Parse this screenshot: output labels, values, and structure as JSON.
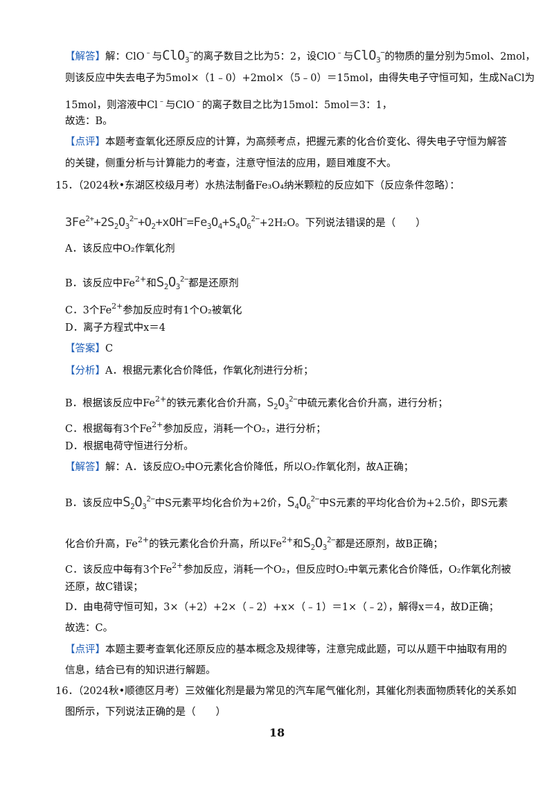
{
  "page_number": "18",
  "q14_tail": {
    "solution_tag": "【解答】",
    "solution_line1_a": "解：ClO",
    "sup_minus": "﹣",
    "solution_line1_b": "与",
    "clo3": "ClO",
    "clo3_sub": "3",
    "clo3_sup": "−",
    "solution_line1_c": "的离子数目之比为5：2，设ClO",
    "solution_line1_d": "与",
    "solution_line1_e": "的物质的量分别为5mol、2mol，",
    "solution_line2": "则该反应中失去电子为5mol×（1﹣0）+2mol×（5﹣0）＝15mol，由得失电子守恒可知，生成NaCl为",
    "solution_line3_a": "15mol，则溶液中Cl",
    "solution_line3_b": "与ClO",
    "solution_line3_c": "的离子数目之比为15mol：5mol＝3：1，",
    "choose": "故选：B。",
    "review_tag": "【点评】",
    "review_line1": "本题考查氧化还原反应的计算，为高频考点，把握元素的化合价变化、得失电子守恒为解答",
    "review_line2": "的关键，侧重分析与计算能力的考查，注意守恒法的应用，题目难度不大。"
  },
  "q15": {
    "number": "15．",
    "stem_line1": "（2024秋•东湖区校级月考）水热法制备Fe₃O₄纳米颗粒的反应如下（反应条件忽略）：",
    "equation": {
      "p1": "3Fe",
      "p1_sup": "2+",
      "p2": "+2S",
      "p2_sub": "2",
      "p2_o": "O",
      "p2_sub2": "3",
      "p2_sup": "2−",
      "p3": "+O",
      "p3_sub": "2",
      "p4": "+xOH",
      "p4_sup": "−",
      "p5": "=Fe",
      "p5_sub": "3",
      "p5_o": "O",
      "p5_sub2": "4",
      "p6": "+S",
      "p6_sub": "4",
      "p6_o": "O",
      "p6_sub2": "6",
      "p6_sup": "2−",
      "tail": "+2H₂O。下列说法错误的是（　　）"
    },
    "options": {
      "A": "A．该反应中O₂作氧化剂",
      "B_a": "B．该反应中Fe",
      "B_sup": "2+",
      "B_b": "和",
      "B_c": "都是还原剂",
      "C_a": "C．3个Fe",
      "C_b": "参加反应时有1个O₂被氧化",
      "D": "D．离子方程式中x＝4"
    },
    "answer_tag": "【答案】",
    "answer": "C",
    "analysis_tag": "【分析】",
    "analysis_A": "A．根据元素化合价降低，作氧化剂进行分析；",
    "analysis_B_a": "B．根据该反应中Fe",
    "analysis_B_b": "的铁元素化合价升高，",
    "analysis_B_c": "中硫元素化合价升高，进行分析；",
    "analysis_C_a": "C．根据每有3个Fe",
    "analysis_C_b": "参加反应，消耗一个O₂，进行分析；",
    "analysis_D": "D．根据电荷守恒进行分析。",
    "solution_tag": "【解答】",
    "solution_A": "解：A．该反应O₂中O元素化合价降低，所以O₂作氧化剂，故A正确；",
    "solution_B_a": "B．该反应中",
    "solution_B_b": "中S元素平均化合价为+2价，",
    "solution_B_c": "中S元素的平均化合价为+2.5价，即S元素",
    "solution_B2_a": "化合价升高，Fe",
    "solution_B2_b": "的铁元素化合价升高，所以Fe",
    "solution_B2_c": "和",
    "solution_B2_d": "都是还原剂，故B正确；",
    "solution_C1_a": "C．该反应中每有3个Fe",
    "solution_C1_b": "参加反应，消耗一个O₂，但反应时O₂中氧元素化合价降低，O₂作氧化剂被",
    "solution_C2": "还原，故C错误；",
    "solution_D": "D．由电荷守恒可知，3×（+2）+2×（﹣2）+x×（﹣1）＝1×（﹣2），解得x＝4，故D正确；",
    "choose": "故选：C。",
    "review_tag": "【点评】",
    "review_line1": "本题主要考查氧化还原反应的基本概念及规律等，注意完成此题，可以从题干中抽取有用的",
    "review_line2": "信息，结合已有的知识进行解题。"
  },
  "q16": {
    "number": "16．",
    "stem_line1": "（2024秋•顺德区月考）三效催化剂是最为常见的汽车尾气催化剂，其催化剂表面物质转化的关系如",
    "stem_line2": "图所示，下列说法正确的是（　　）"
  },
  "colors": {
    "tag": "#1f5fb8",
    "text": "#111111"
  }
}
